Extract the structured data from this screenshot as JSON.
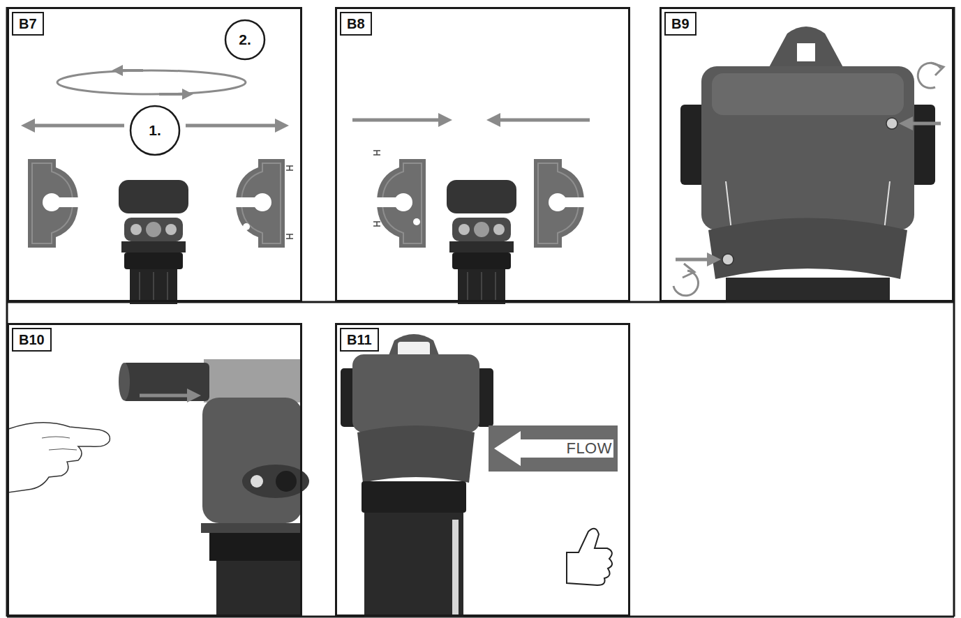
{
  "diagram": {
    "nodes": [
      {
        "text": [
          "B7"
        ]
      },
      {
        "text": [
          "2."
        ],
        "in": 0
      },
      {
        "text": [
          "1."
        ],
        "in": 0
      },
      {
        "text": [
          "B8"
        ]
      },
      {
        "text": [
          "B9"
        ]
      },
      {
        "text": [
          "B10"
        ]
      },
      {
        "text": [
          "B11"
        ]
      },
      {
        "text": [
          "FLOW"
        ],
        "in": 6
      }
    ]
  }
}
